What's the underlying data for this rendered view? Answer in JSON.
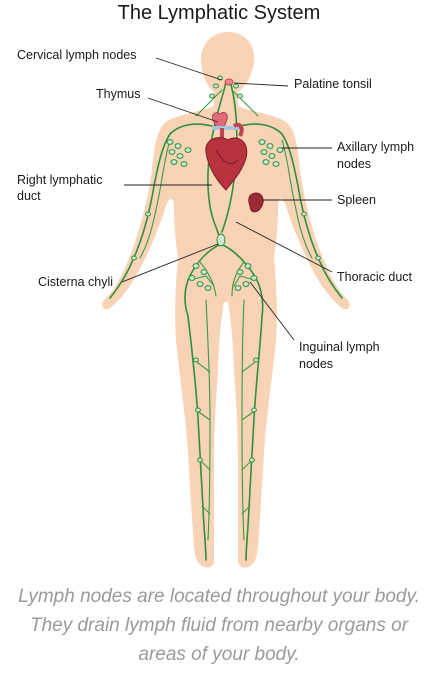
{
  "title": "The Lymphatic System",
  "labels": {
    "cervical": "Cervical lymph nodes",
    "palatine": "Palatine tonsil",
    "thymus": "Thymus",
    "axillary_1": "Axillary lymph",
    "axillary_2": "nodes",
    "right_duct_1": "Right lymphatic",
    "right_duct_2": "duct",
    "spleen": "Spleen",
    "cisterna": "Cisterna chyli",
    "thoracic": "Thoracic duct",
    "inguinal_1": "Inguinal lymph",
    "inguinal_2": "nodes"
  },
  "caption": "Lymph nodes are located throughout your body. They drain lymph fluid from nearby organs or areas of your body.",
  "colors": {
    "skin": "#f8d3b6",
    "vessel": "#2f8f3a",
    "heart": "#b8323f",
    "spleen": "#9b2a35",
    "caption": "#9a9a9a"
  }
}
